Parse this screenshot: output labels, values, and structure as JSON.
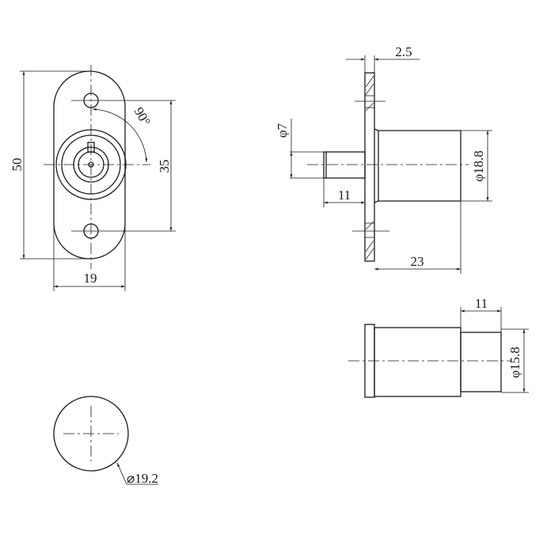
{
  "title": "Lock technical drawing",
  "front_view": {
    "height_label": "50",
    "hole_spacing_label": "35",
    "width_label": "19",
    "angle_label": "90°"
  },
  "side_view": {
    "flange_thickness_label": "2.5",
    "shaft_diameter_label": "φ7",
    "shaft_length_label": "11",
    "body_length_label": "23",
    "body_diameter_label": "φ18.8"
  },
  "rear_view": {
    "tip_length_label": "11",
    "tip_diameter_label": "φ15.8"
  },
  "end_view": {
    "diameter_label": "⌀19.2"
  },
  "colors": {
    "line": "#1a1a1a",
    "background": "#ffffff"
  }
}
